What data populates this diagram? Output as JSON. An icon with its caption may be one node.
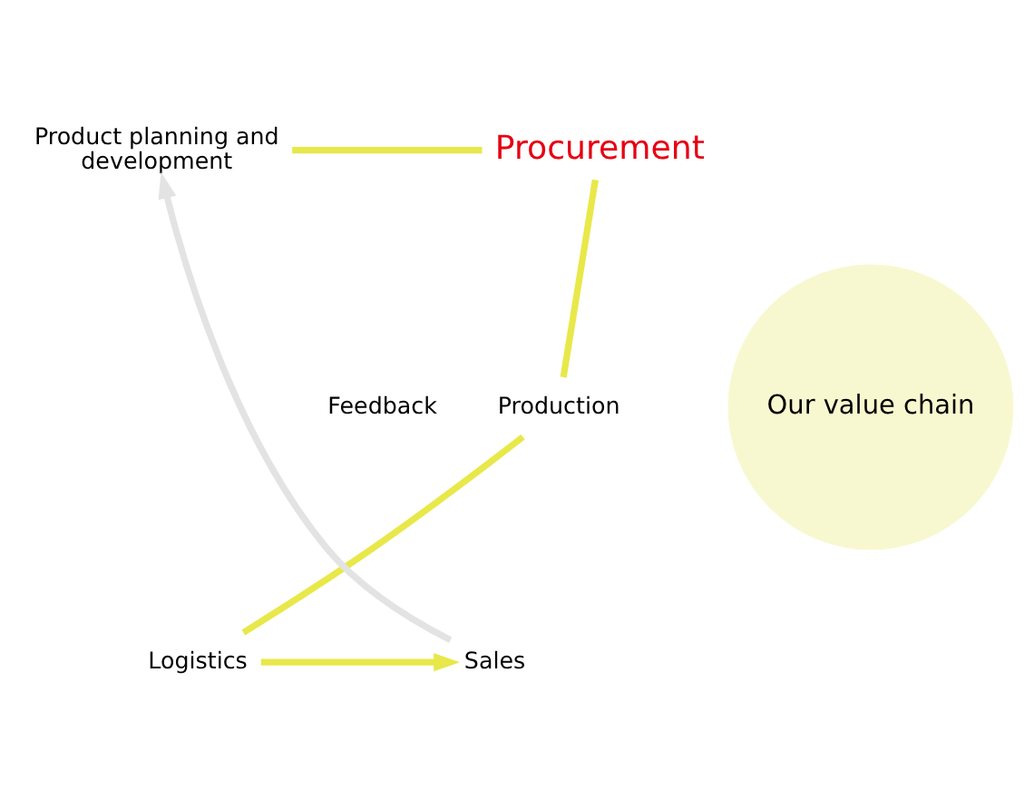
{
  "diagram": {
    "nodes": [
      {
        "text": [
          "Product planning and development"
        ]
      },
      {
        "text": [
          "Procurement"
        ]
      },
      {
        "text": [
          "Production"
        ]
      },
      {
        "text": [
          "Logistics"
        ]
      },
      {
        "text": [
          "Sales"
        ]
      },
      {
        "text": [
          "Our value chain"
        ]
      }
    ],
    "edges": [
      {
        "from": 0,
        "to": 1,
        "arrow": "none"
      },
      {
        "from": 1,
        "to": 2,
        "arrow": "none"
      },
      {
        "from": 2,
        "to": 3,
        "arrow": "none"
      },
      {
        "from": 3,
        "to": 4,
        "arrow": "to"
      },
      {
        "from": 4,
        "to": 0,
        "arrow": "to",
        "color": "#e3e3e3",
        "label": "Feedback"
      }
    ]
  }
}
